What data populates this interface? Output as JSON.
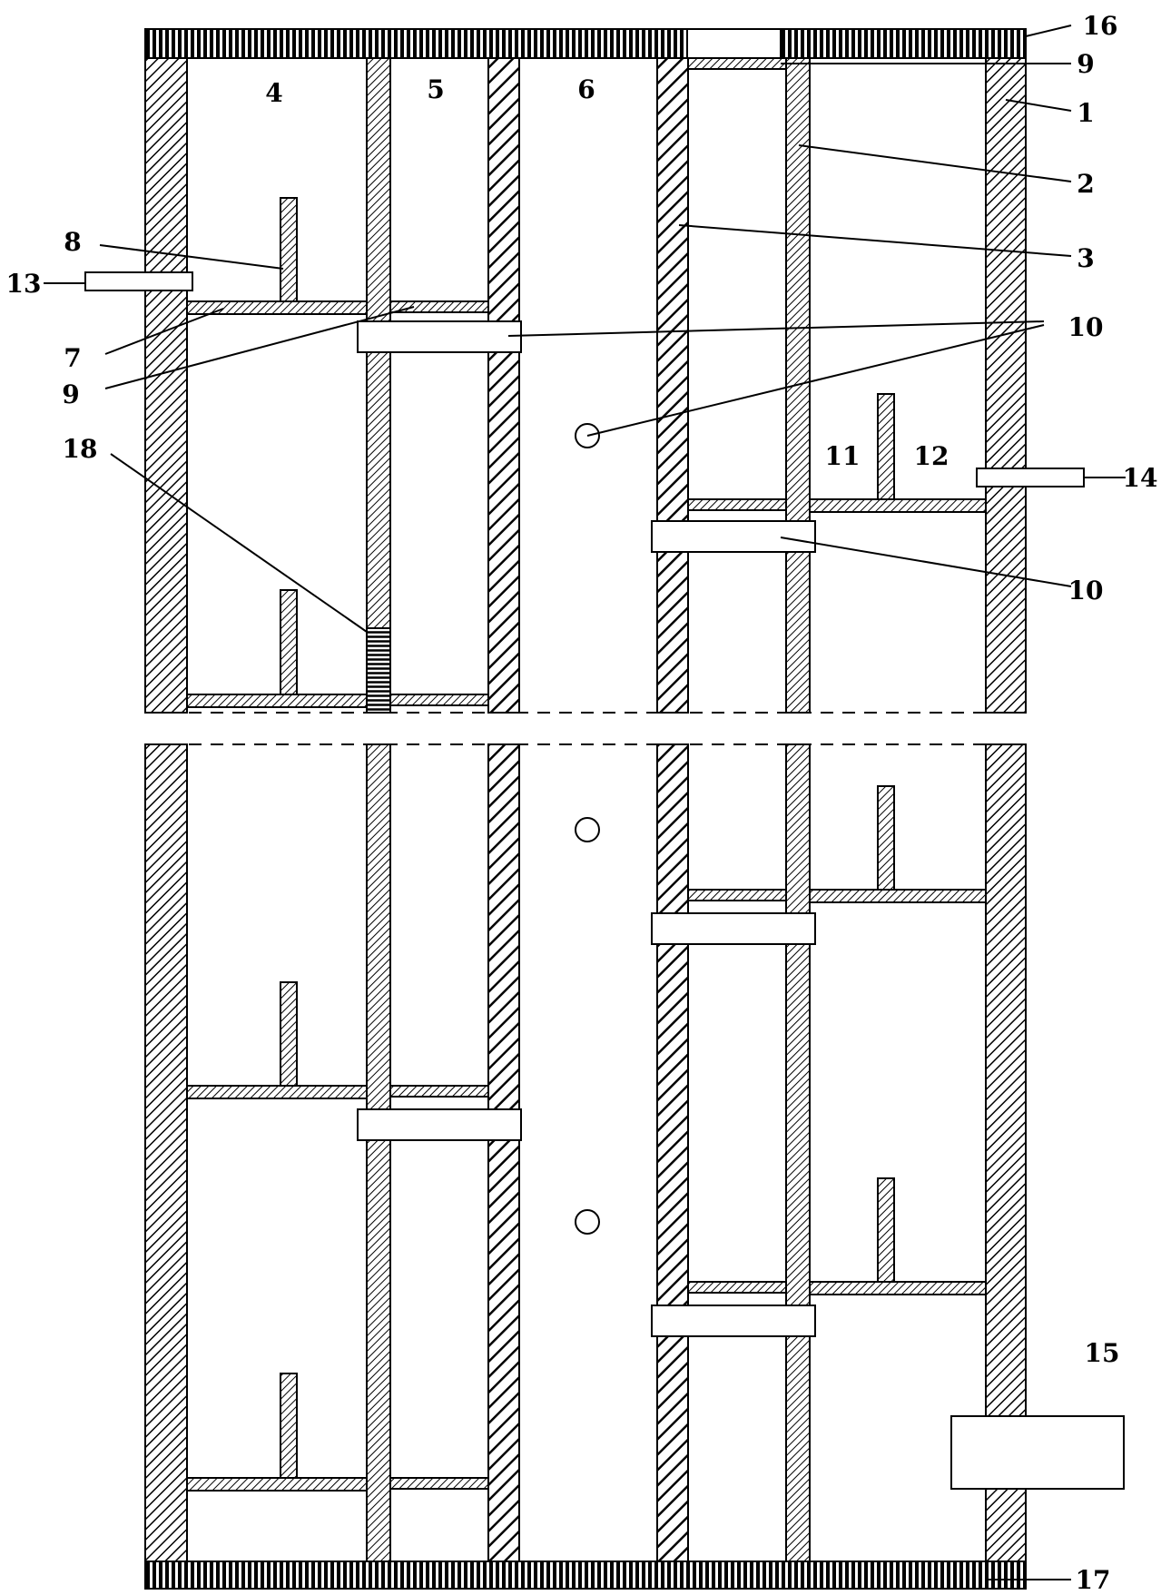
{
  "diagram": {
    "labels": [
      {
        "id": "l1",
        "text": "1"
      },
      {
        "id": "l2",
        "text": "2"
      },
      {
        "id": "l3",
        "text": "3"
      },
      {
        "id": "l4",
        "text": "4"
      },
      {
        "id": "l5",
        "text": "5"
      },
      {
        "id": "l6",
        "text": "6"
      },
      {
        "id": "l7",
        "text": "7"
      },
      {
        "id": "l8",
        "text": "8"
      },
      {
        "id": "l9a",
        "text": "9"
      },
      {
        "id": "l9b",
        "text": "9"
      },
      {
        "id": "l10a",
        "text": "10"
      },
      {
        "id": "l10b",
        "text": "10"
      },
      {
        "id": "l11",
        "text": "11"
      },
      {
        "id": "l12",
        "text": "12"
      },
      {
        "id": "l13",
        "text": "13"
      },
      {
        "id": "l14",
        "text": "14"
      },
      {
        "id": "l15",
        "text": "15"
      },
      {
        "id": "l16",
        "text": "16"
      },
      {
        "id": "l17",
        "text": "17"
      },
      {
        "id": "l18",
        "text": "18"
      }
    ]
  }
}
